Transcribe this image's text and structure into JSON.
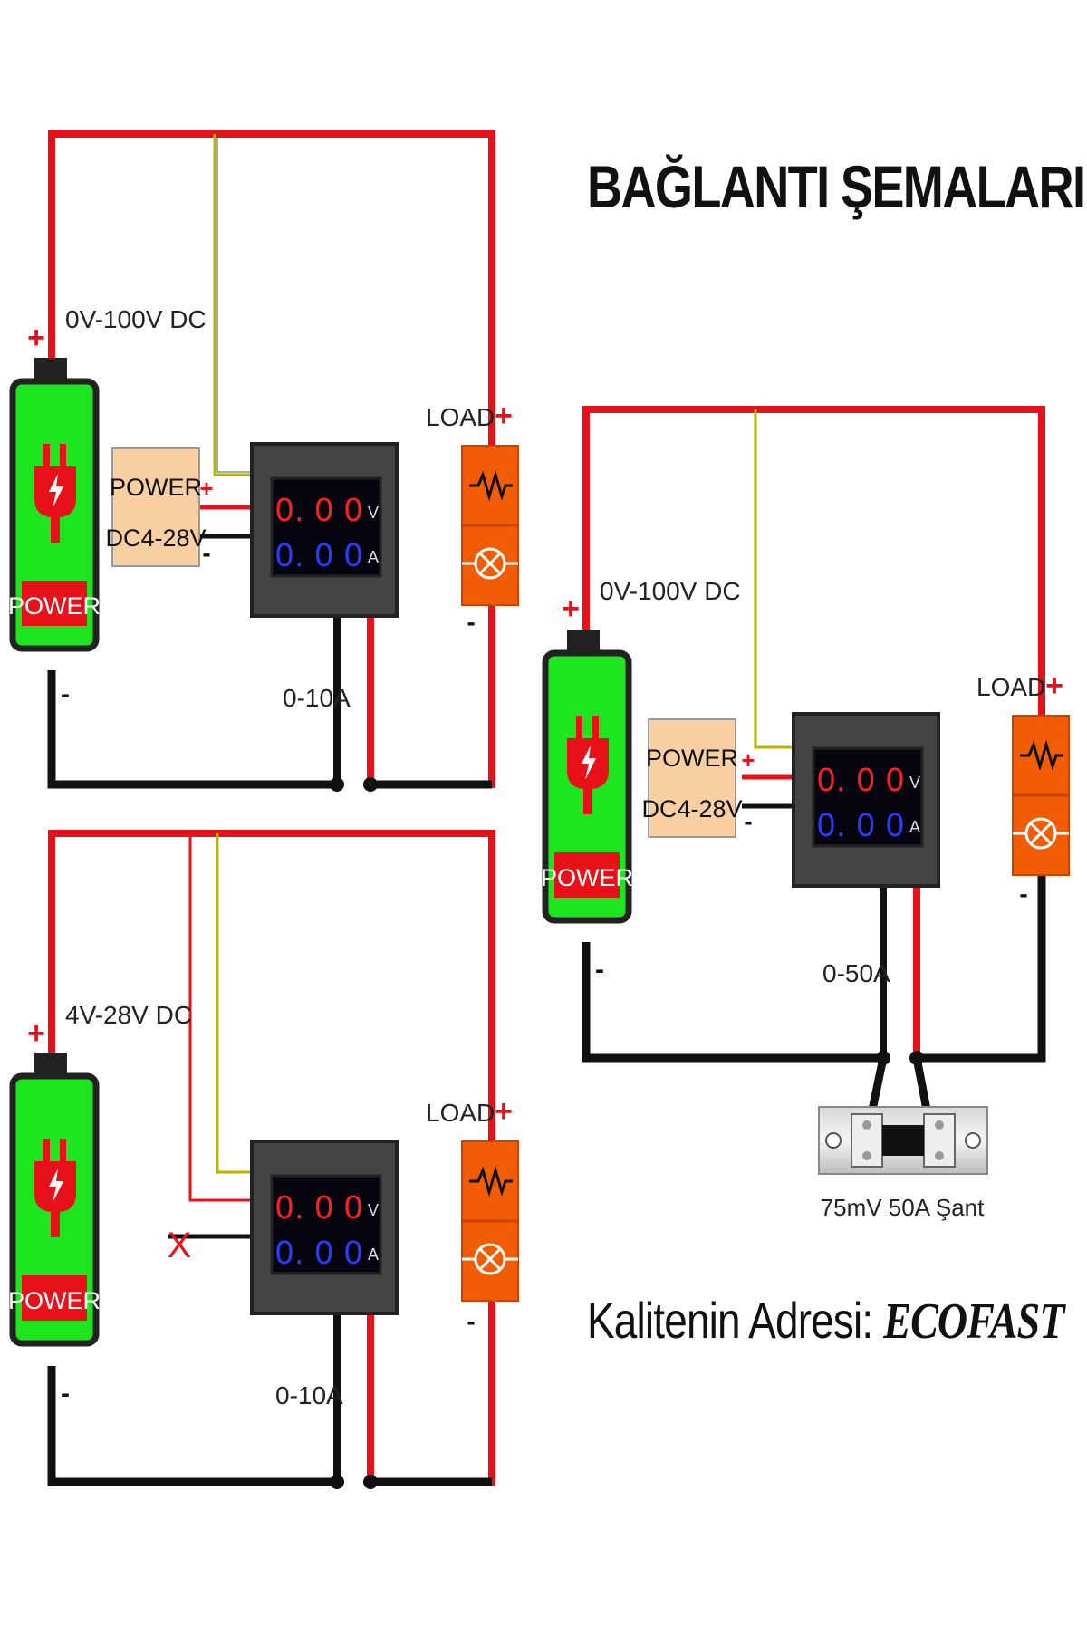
{
  "title": "BAĞLANTI ŞEMALARI",
  "footer": {
    "prefix": "Kalitenin Adresi: ",
    "brand": "ECOFAST"
  },
  "labels": {
    "battery": "POWER",
    "meter_supply_line1": "POWER",
    "meter_supply_line2": "DC4-28V",
    "load": "LOAD",
    "plus": "+",
    "minus": "-",
    "shunt": "75mV 50A Şant",
    "cut_mark": "X",
    "meter_volt_digits": "0. 0 0",
    "meter_amp_digits": "0. 0 0",
    "meter_volt_unit": "V",
    "meter_amp_unit": "A"
  },
  "diagrams": [
    {
      "id": "top-left",
      "source_voltage": "0V-100V DC",
      "current_range": "0-10A"
    },
    {
      "id": "bottom-left",
      "source_voltage": "4V-28V DC",
      "current_range": "0-10A"
    },
    {
      "id": "right",
      "source_voltage": "0V-100V DC",
      "current_range": "0-50A"
    }
  ],
  "colors": {
    "wire_red": "#e8111a",
    "wire_black": "#111111",
    "wire_yellow": "#b8b400",
    "battery_green": "#1ee61e",
    "load_orange": "#f25c05",
    "supply_box": "#f8cfa2",
    "meter_case": "#444444",
    "digit_red": "#ff2020",
    "digit_blue": "#2a3cff"
  }
}
